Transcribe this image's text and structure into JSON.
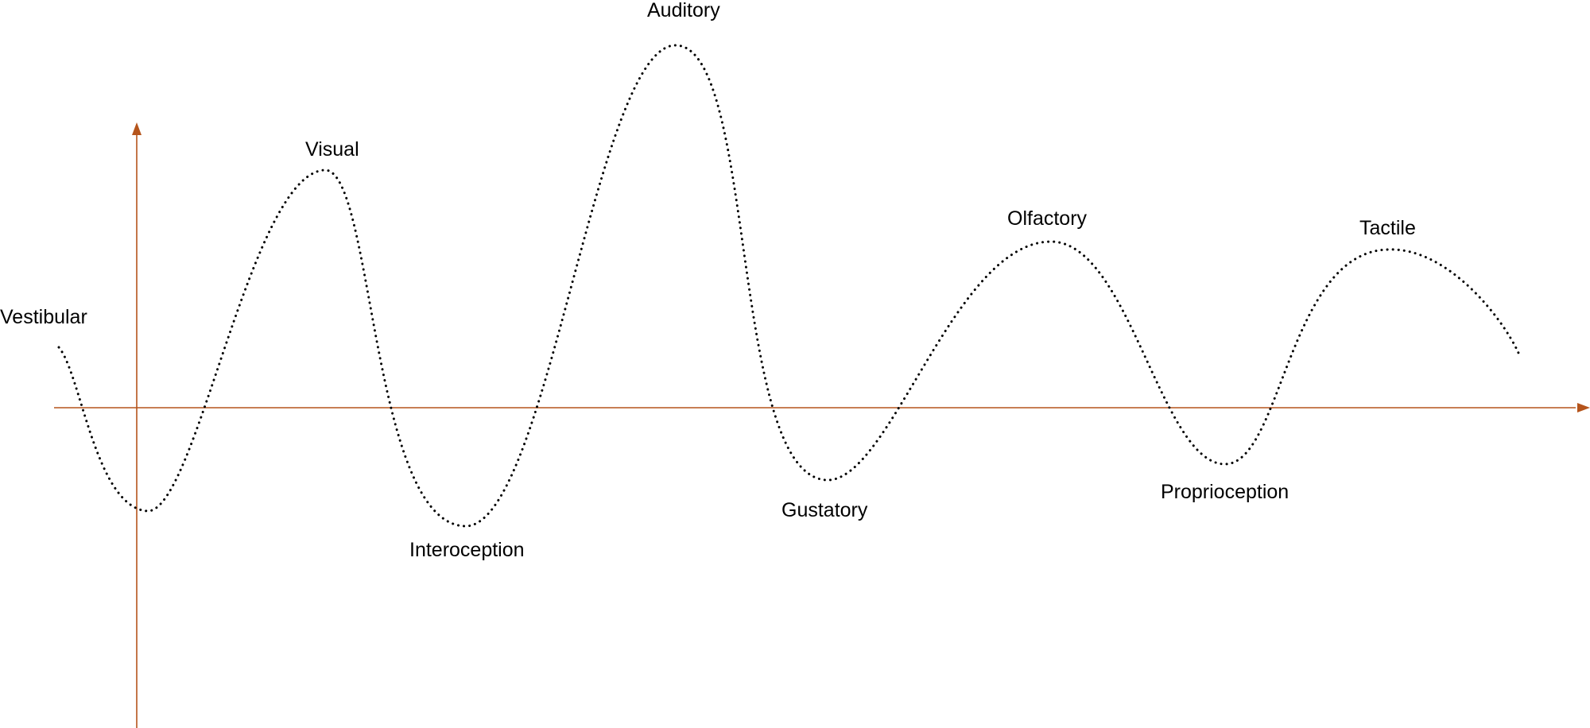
{
  "diagram": {
    "colors": {
      "axis": "#b5541b",
      "curve": "#000000",
      "text": "#000000",
      "background": "#ffffff"
    },
    "labels": {
      "vestibular": "Vestibular",
      "visual": "Visual",
      "auditory": "Auditory",
      "interoception": "Interoception",
      "gustatory": "Gustatory",
      "olfactory": "Olfactory",
      "proprioception": "Proprioception",
      "tactile": "Tactile"
    }
  }
}
